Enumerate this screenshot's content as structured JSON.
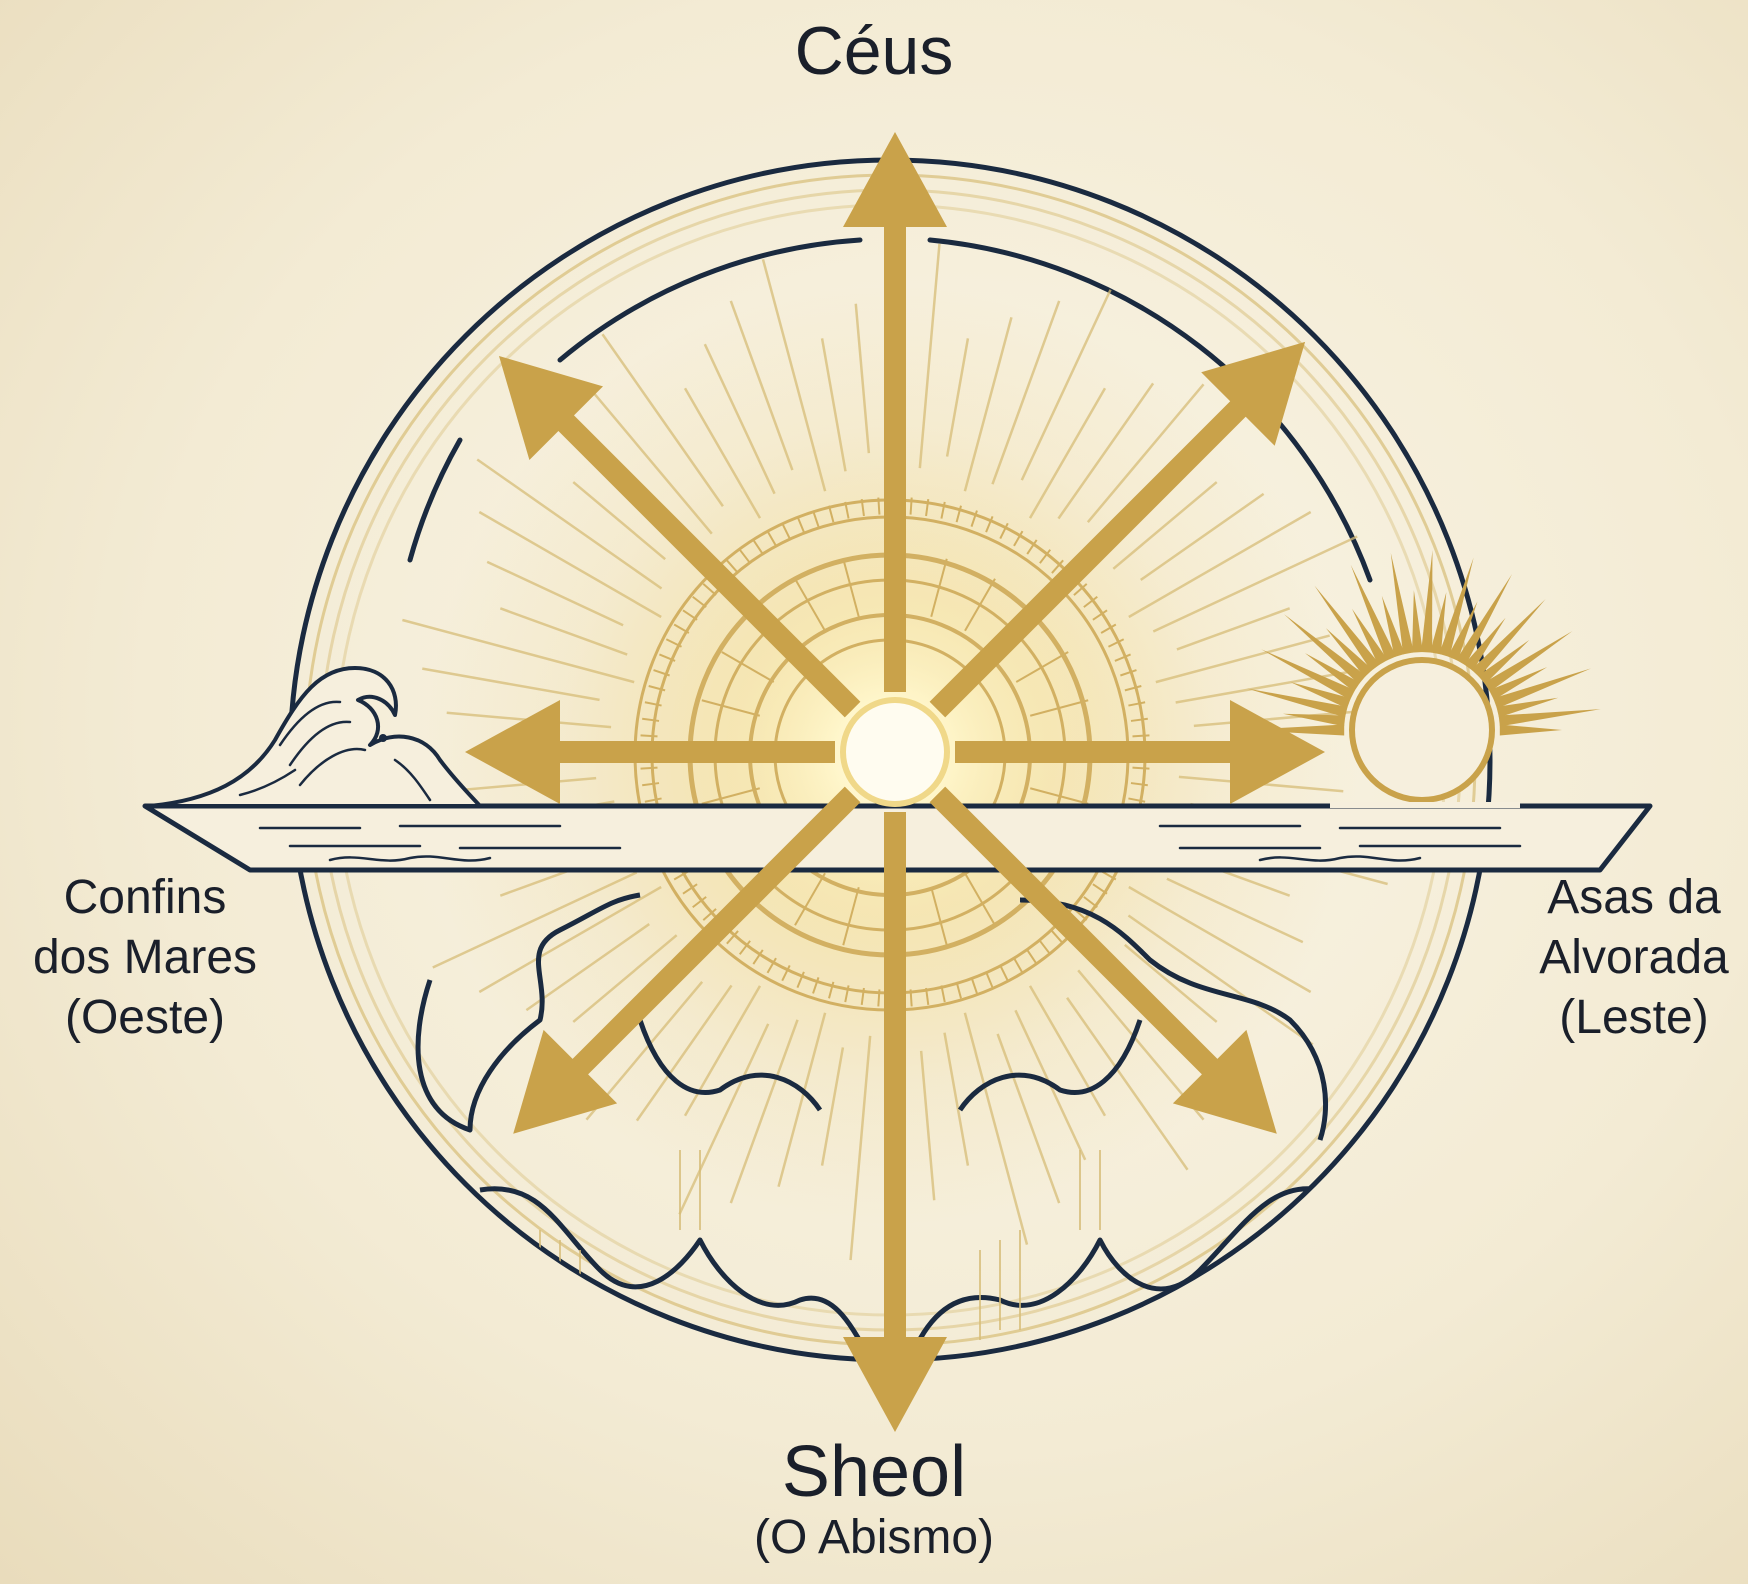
{
  "labels": {
    "top": "Céus",
    "bottom": {
      "main": "Sheol",
      "sub": "(O Abismo)"
    },
    "left": [
      "Confins",
      "dos Mares",
      "(Oeste)"
    ],
    "right": [
      "Asas da",
      "Alvorada",
      "(Leste)"
    ]
  },
  "colors": {
    "background": "#f5eedb",
    "gold": "#c9a24a",
    "line_gold": "#d7bd78",
    "ink": "#1a2a40",
    "glow": "#fff8d6"
  },
  "icons": [
    "wave-icon",
    "rising-sun-icon",
    "central-sun-icon",
    "arrow-icon"
  ]
}
